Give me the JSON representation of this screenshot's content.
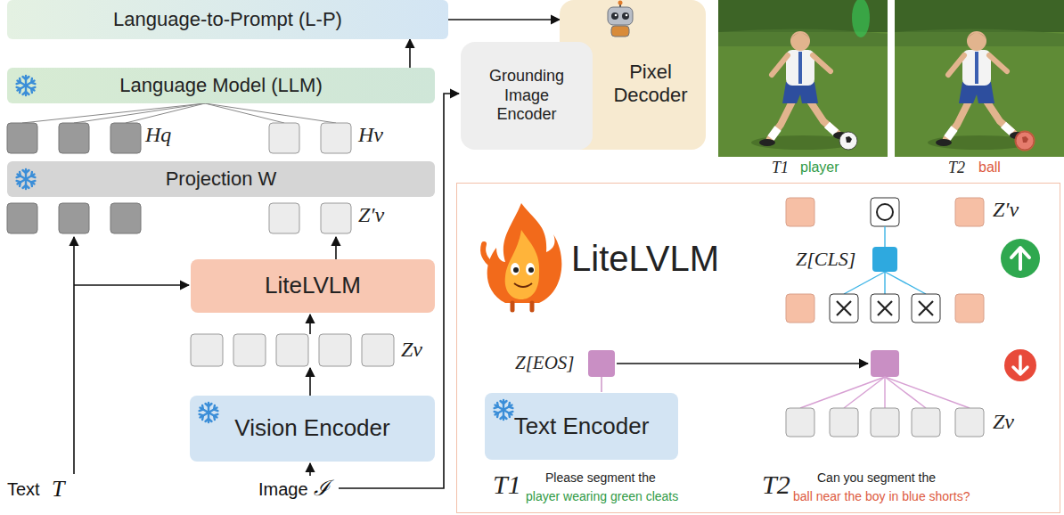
{
  "diagram": {
    "nodes": [
      {
        "text": [
          "Language-to-Prompt (L-P)"
        ]
      },
      {
        "text": [
          "Language Model (LLM)"
        ]
      },
      {
        "text": [
          "Projection W"
        ]
      },
      {
        "text": [
          "LiteLVLM"
        ]
      },
      {
        "text": [
          "Vision Encoder"
        ]
      },
      {
        "text": [
          "Grounding Image Encoder"
        ]
      },
      {
        "text": [
          "Pixel Decoder"
        ]
      },
      {
        "text": [
          "LiteLVLM"
        ]
      },
      {
        "text": [
          "Text Encoder"
        ],
        "in": 7
      }
    ],
    "edges": [
      {
        "from": 1,
        "to": 0,
        "arrow": "to"
      },
      {
        "from": 0,
        "to": 6,
        "arrow": "to"
      }
    ],
    "labels": [
      "Hq",
      "Hv",
      "Z′v",
      "Text",
      "T",
      "Image",
      "ℐ",
      "Zv",
      "T1",
      "player",
      "T2",
      "ball",
      "Z′v",
      "Z[CLS]",
      "Z[EOS]",
      "Zv",
      "T1",
      "Please segment the",
      "player wearing green cleats",
      "T2",
      "Can you segment the",
      "ball near the boy in blue shorts?"
    ]
  }
}
